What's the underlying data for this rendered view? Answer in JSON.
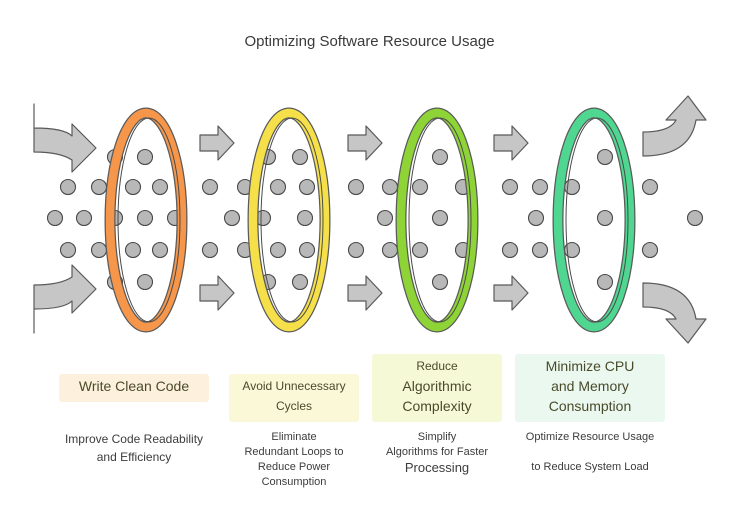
{
  "title": "Optimizing Software Resource Usage",
  "stages": [
    {
      "title_lines": [
        "Write Clean Code"
      ],
      "desc_lines": [
        "Improve Code Readability",
        "and Efficiency"
      ],
      "color": "#f5964a",
      "highlight": "#fdf1dd"
    },
    {
      "title_lines": [
        "Avoid Unnecessary",
        "Cycles"
      ],
      "desc_lines": [
        "Eliminate",
        "Redundant Loops to",
        "Reduce Power",
        "Consumption"
      ],
      "color": "#f6e04a",
      "highlight": "#fbf8d8"
    },
    {
      "title_lines": [
        "Reduce",
        "Algorithmic",
        "Complexity"
      ],
      "desc_lines": [
        "Simplify",
        "Algorithms for Faster",
        "Processing"
      ],
      "color": "#8fd437",
      "highlight": "#f6f9d6"
    },
    {
      "title_lines": [
        "Minimize CPU",
        "and Memory",
        "Consumption"
      ],
      "desc_lines": [
        "Optimize Resource Usage",
        "",
        "to Reduce System Load"
      ],
      "color": "#4fd690",
      "highlight": "#eaf8f0"
    }
  ],
  "colors": {
    "arrow_fill": "#c6c6c6",
    "arrow_stroke": "#5a5a5a",
    "dot_fill": "#b8b8b8",
    "dot_stroke": "#4a4a4a"
  },
  "icons": {
    "arrow": "block-arrow-right",
    "curved_in": "curved-arrow-in",
    "curved_out": "curved-arrow-out",
    "particle": "circle-dot",
    "filter_ring": "ellipse-ring"
  }
}
